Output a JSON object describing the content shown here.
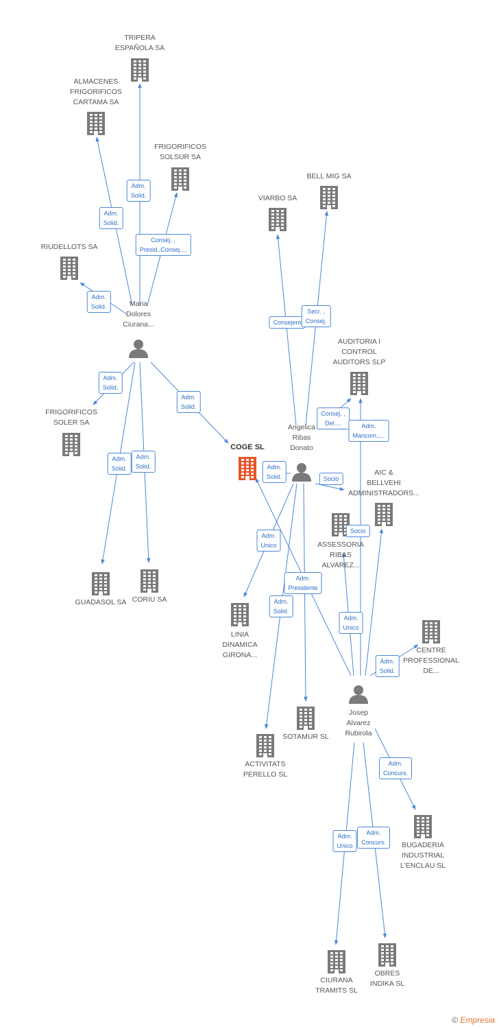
{
  "colors": {
    "edge": "#4a87d8",
    "building": "#7a7a7a",
    "building_highlight": "#e8542a",
    "person": "#7a7a7a",
    "label": "#555555"
  },
  "nodes": [
    {
      "id": "tripera",
      "type": "company",
      "label": "TRIPERA\nESPAÑOLA SA"
    },
    {
      "id": "almacenes",
      "type": "company",
      "label": "ALMACENES\nFRIGORIFICOS\nCARTAMA SA"
    },
    {
      "id": "frigo_solsur",
      "type": "company",
      "label": "FRIGORIFICOS\nSOLSUR SA"
    },
    {
      "id": "riudellots",
      "type": "company",
      "label": "RIUDELLOTS SA"
    },
    {
      "id": "maria",
      "type": "person",
      "label": "Maria\nDolores\nCiurana..."
    },
    {
      "id": "frigo_soler",
      "type": "company",
      "label": "FRIGORIFICOS\nSOLER SA"
    },
    {
      "id": "guadasol",
      "type": "company",
      "label": "GUADASOL SA"
    },
    {
      "id": "coriu",
      "type": "company",
      "label": "CORIU SA"
    },
    {
      "id": "coge",
      "type": "company",
      "label": "COGE SL",
      "highlight": true
    },
    {
      "id": "viarbo",
      "type": "company",
      "label": "VIARBO SA"
    },
    {
      "id": "bellmig",
      "type": "company",
      "label": "BELL MIG SA"
    },
    {
      "id": "auditoria",
      "type": "company",
      "label": "AUDITORIA I\nCONTROL\nAUDITORS SLP"
    },
    {
      "id": "angelica",
      "type": "person",
      "label": "Angelica\nRibas\nDonato"
    },
    {
      "id": "aic",
      "type": "company",
      "label": "AIC &\nBELLVEHI\nADMINISTRADORS..."
    },
    {
      "id": "assessoria",
      "type": "company",
      "label": "ASSESSORIA\nRIBAS\nALVAREZ..."
    },
    {
      "id": "linia",
      "type": "company",
      "label": "LINIA\nDINAMICA\nGIRONA..."
    },
    {
      "id": "centre",
      "type": "company",
      "label": "CENTRE\nPROFESSIONAL\nDE..."
    },
    {
      "id": "josep",
      "type": "person",
      "label": "Josep\nAlvarez\nRubirola"
    },
    {
      "id": "sotamur",
      "type": "company",
      "label": "SOTAMUR SL"
    },
    {
      "id": "activitats",
      "type": "company",
      "label": "ACTIVITATS\nPERELLO SL"
    },
    {
      "id": "bugaderia",
      "type": "company",
      "label": "BUGADERIA\nINDUSTRIAL\nL'ENCLAU SL"
    },
    {
      "id": "ciurana_tramits",
      "type": "company",
      "label": "CIURANA\nTRAMITS SL"
    },
    {
      "id": "obres",
      "type": "company",
      "label": "OBRES\nINDIKA SL"
    }
  ],
  "edges": [
    {
      "from": "maria",
      "to": "tripera",
      "label": "Adm.\nSolid."
    },
    {
      "from": "maria",
      "to": "almacenes",
      "label": "Adm.\nSolid."
    },
    {
      "from": "maria",
      "to": "frigo_solsur",
      "label": "Consej. ,\nPresid.,Consej...."
    },
    {
      "from": "maria",
      "to": "riudellots",
      "label": "Adm.\nSolid."
    },
    {
      "from": "maria",
      "to": "frigo_soler",
      "label": "Adm.\nSolid."
    },
    {
      "from": "maria",
      "to": "guadasol",
      "label": "Adm.\nSolid."
    },
    {
      "from": "maria",
      "to": "coriu",
      "label": "Adm.\nSolid."
    },
    {
      "from": "maria",
      "to": "coge",
      "label": "Adm.\nSolid."
    },
    {
      "from": "angelica",
      "to": "viarbo",
      "label": "Consejero"
    },
    {
      "from": "angelica",
      "to": "bellmig",
      "label": "Secr. ,\nConsej."
    },
    {
      "from": "angelica",
      "to": "auditoria",
      "label": "Consej. ,\nDel...."
    },
    {
      "from": "angelica",
      "to": "coge",
      "label": "Adm.\nSolid."
    },
    {
      "from": "angelica",
      "to": "aic",
      "label": "Socio"
    },
    {
      "from": "angelica",
      "to": "linia",
      "label": "Adm.\nUnico"
    },
    {
      "from": "angelica",
      "to": "activitats",
      "label": "Adm.\nSolid."
    },
    {
      "from": "angelica",
      "to": "sotamur",
      "label": "Adm.\nPresidente"
    },
    {
      "from": "josep",
      "to": "auditoria",
      "label": "Adm.\nMancom.,..."
    },
    {
      "from": "josep",
      "to": "aic",
      "label": "Socio"
    },
    {
      "from": "josep",
      "to": "assessoria",
      "label": "Adm.\nUnico"
    },
    {
      "from": "josep",
      "to": "coge",
      "label": ""
    },
    {
      "from": "josep",
      "to": "bugaderia",
      "label": "Adm.\nConcurs."
    },
    {
      "from": "josep",
      "to": "ciurana_tramits",
      "label": "Adm.\nUnico"
    },
    {
      "from": "josep",
      "to": "obres",
      "label": "Adm.\nConcurs."
    },
    {
      "from": "josep",
      "to": "centre",
      "label": "Adm.\nSolid."
    }
  ],
  "footer": {
    "copyright": "©",
    "brand": "Empresia"
  }
}
